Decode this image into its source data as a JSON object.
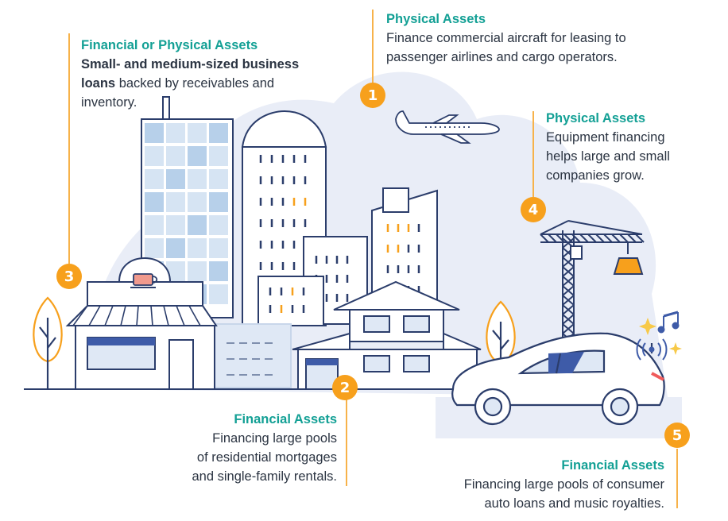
{
  "callouts": [
    {
      "id": 1,
      "title": "Physical Assets",
      "lines": [
        "Finance commercial aircraft for leasing to",
        "passenger airlines and cargo operators."
      ]
    },
    {
      "id": 2,
      "title": "Financial Assets",
      "lines": [
        "Financing large pools",
        "of residential mortgages",
        "and single-family rentals."
      ]
    },
    {
      "id": 3,
      "title": "Financial or Physical Assets",
      "bold_lead": "Small- and medium-sized business",
      "lines": [
        "loans",
        " backed by receivables and",
        "inventory."
      ]
    },
    {
      "id": 4,
      "title": "Physical Assets",
      "lines": [
        "Equipment financing",
        "helps large and small",
        "companies grow."
      ]
    },
    {
      "id": 5,
      "title": "Financial Assets",
      "lines": [
        "Financing large pools of consumer",
        "auto loans and music royalties."
      ]
    }
  ],
  "badges": [
    "1",
    "2",
    "3",
    "4",
    "5"
  ],
  "colors": {
    "teal": "#13a095",
    "orange": "#f7a01c",
    "navy": "#2b3d6b",
    "sky": "#e9edf7",
    "window": "#c8dcef"
  },
  "icons": [
    "airplane-icon",
    "coffee-cup-icon",
    "crane-icon",
    "car-icon",
    "music-note-icon",
    "wireless-signal-icon",
    "tree-icon"
  ]
}
